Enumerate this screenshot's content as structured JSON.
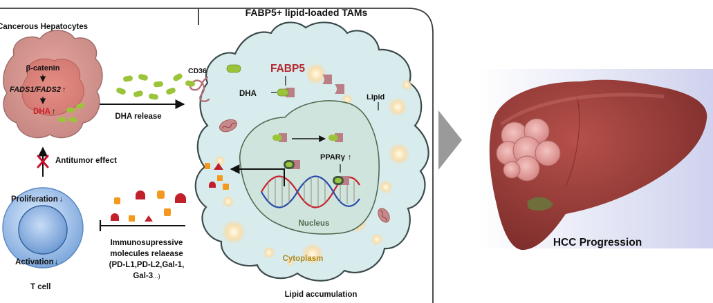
{
  "tam_panel": {
    "title": "FABP5+ lipid-loaded TAMs"
  },
  "hepatocyte": {
    "title": "Cancerous Hepatocytes",
    "beta_catenin": "β-catenin",
    "fads": "FADS1/FADS2",
    "dha": "DHA",
    "up_arrow": "↑",
    "down_arrow": "↓"
  },
  "dha_release": "DHA release",
  "antitumor_effect": "Antitumor effect",
  "t_cell": {
    "proliferation": "Proliferation",
    "activation": "Activation",
    "label": "T cell",
    "down_arrow": "↓"
  },
  "immuno": {
    "line1": "Immunosupressive",
    "line2": "molecules relaease",
    "line3": "(PD-L1,PD-L2,Gal-1,",
    "line4": "Gal-3",
    "line4_tail": "...)"
  },
  "macrophage": {
    "cd36": "CD36",
    "fabp5": "FABP5",
    "dha": "DHA",
    "lipid": "Lipid",
    "ppar": "PPARγ",
    "up_arrow": "↑",
    "nucleus": "Nucleus",
    "cytoplasm": "Cytoplasm"
  },
  "lipid_accumulation": "Lipid accumulation",
  "hcc": "HCC Progression",
  "colors": {
    "fabp5_red": "#b5242c",
    "cytoplasm_gold": "#b08a1a",
    "nucleus_green": "#4f6b4f",
    "dha_green": "#9cc43a",
    "fabp5_box": "#b97e86",
    "cell_fill": "#d8ecee",
    "tcell_blue": "#8fb7e4",
    "inhibit_red": "#c8102e"
  }
}
